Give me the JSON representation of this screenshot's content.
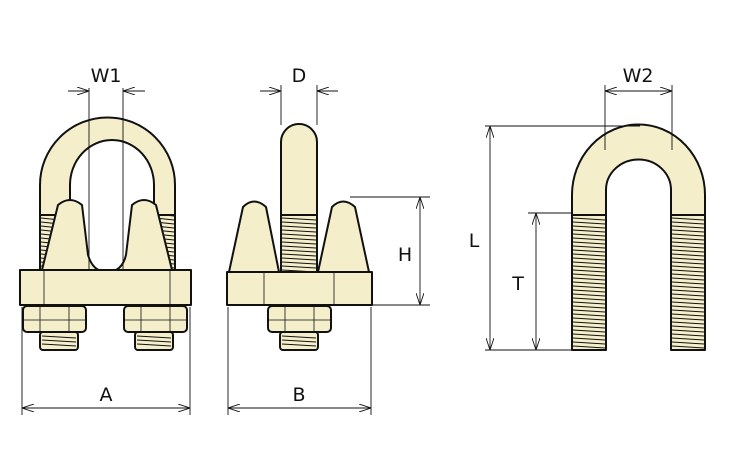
{
  "dimensions": {
    "w1": "W1",
    "d": "D",
    "w2": "W2",
    "h": "H",
    "l": "L",
    "t": "T",
    "a": "A",
    "b": "B"
  },
  "colors": {
    "part_fill": "#f4eecb",
    "outline": "#111111"
  }
}
